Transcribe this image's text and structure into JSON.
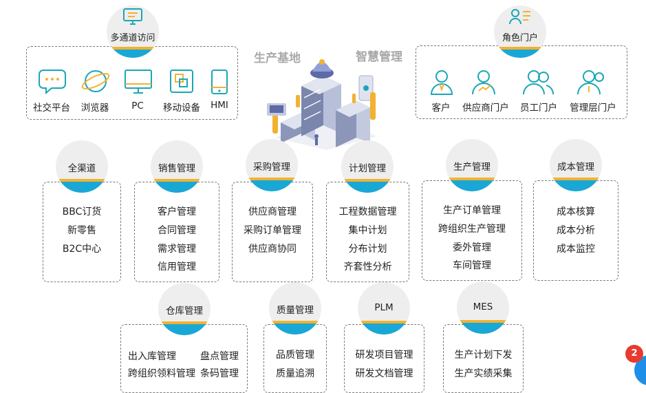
{
  "hero": {
    "label_left": "生产基地",
    "label_right": "智慧管理"
  },
  "access": {
    "title": "多通道访问",
    "icon": "monitor-icon",
    "channels": [
      {
        "label": "社交平台",
        "icon": "chat-bubble-icon"
      },
      {
        "label": "浏览器",
        "icon": "browser-planet-icon"
      },
      {
        "label": "PC",
        "icon": "pc-monitor-icon"
      },
      {
        "label": "移动设备",
        "icon": "mobile-device-icon"
      },
      {
        "label": "HMI",
        "icon": "hmi-device-icon"
      }
    ]
  },
  "roles": {
    "title": "角色门户",
    "icon": "user-list-icon",
    "portals": [
      {
        "label": "客户",
        "icon": "customer-icon"
      },
      {
        "label": "供应商门户",
        "icon": "supplier-icon"
      },
      {
        "label": "员工门户",
        "icon": "staff-icon"
      },
      {
        "label": "管理层门户",
        "icon": "management-icon"
      }
    ]
  },
  "modules": [
    {
      "title": "全渠道",
      "items": [
        "BBC订货",
        "新零售",
        "B2C中心"
      ]
    },
    {
      "title": "销售管理",
      "items": [
        "客户管理",
        "合同管理",
        "需求管理",
        "信用管理"
      ]
    },
    {
      "title": "采购管理",
      "items": [
        "供应商管理",
        "采购订单管理",
        "供应商协同"
      ]
    },
    {
      "title": "计划管理",
      "items": [
        "工程数据管理",
        "集中计划",
        "分布计划",
        "齐套性分析"
      ]
    },
    {
      "title": "生产管理",
      "items": [
        "生产订单管理",
        "跨组织生产管理",
        "委外管理",
        "车间管理"
      ]
    },
    {
      "title": "成本管理",
      "items": [
        "成本核算",
        "成本分析",
        "成本监控"
      ]
    },
    {
      "title": "仓库管理",
      "items": [
        "出入库管理",
        "盘点管理",
        "跨组织领料管理",
        "条码管理"
      ]
    },
    {
      "title": "质量管理",
      "items": [
        "品质管理",
        "质量追溯"
      ]
    },
    {
      "title": "PLM",
      "items": [
        "研发项目管理",
        "研发文档管理"
      ]
    },
    {
      "title": "MES",
      "items": [
        "生产计划下发",
        "生产实绩采集"
      ]
    }
  ],
  "notification": {
    "count": "2"
  },
  "colors": {
    "accent_blue": "#19a7d6",
    "accent_yellow": "#f2b230",
    "icon_teal": "#1aa6b7",
    "badge_red": "#e93a2f"
  }
}
